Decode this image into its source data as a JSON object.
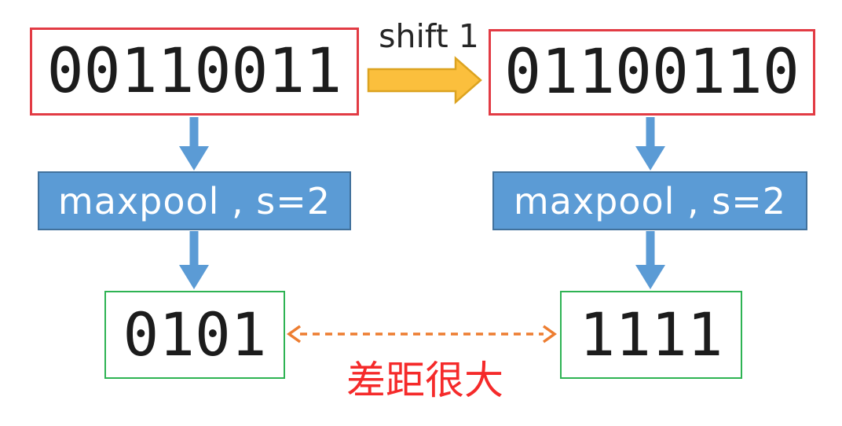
{
  "diagram": {
    "title_semantic": "maxpool shift-invariance comparison diagram",
    "boxes": {
      "input_left": "00110011",
      "input_right": "01100110",
      "pool_left": "maxpool , s=2",
      "pool_right": "maxpool , s=2",
      "result_left": "0101",
      "result_right": "1111"
    },
    "labels": {
      "shift": "shift 1",
      "difference": "差距很大"
    },
    "icons": {
      "shift_arrow": "right-arrow",
      "flow_arrows": "down-arrow",
      "difference_arrow": "dashed-double-arrow"
    },
    "colors": {
      "red_border": "#e23b44",
      "green_border": "#2eb353",
      "blue_fill": "#5b9bd5",
      "blue_border": "#41719c",
      "orange_fill": "#fbbf3d",
      "orange_stroke": "#dca320",
      "dashed_arrow": "#ed7d31",
      "text_red": "#f52a2a",
      "digit_color": "#1c1c1c",
      "label_color": "#262626"
    }
  }
}
